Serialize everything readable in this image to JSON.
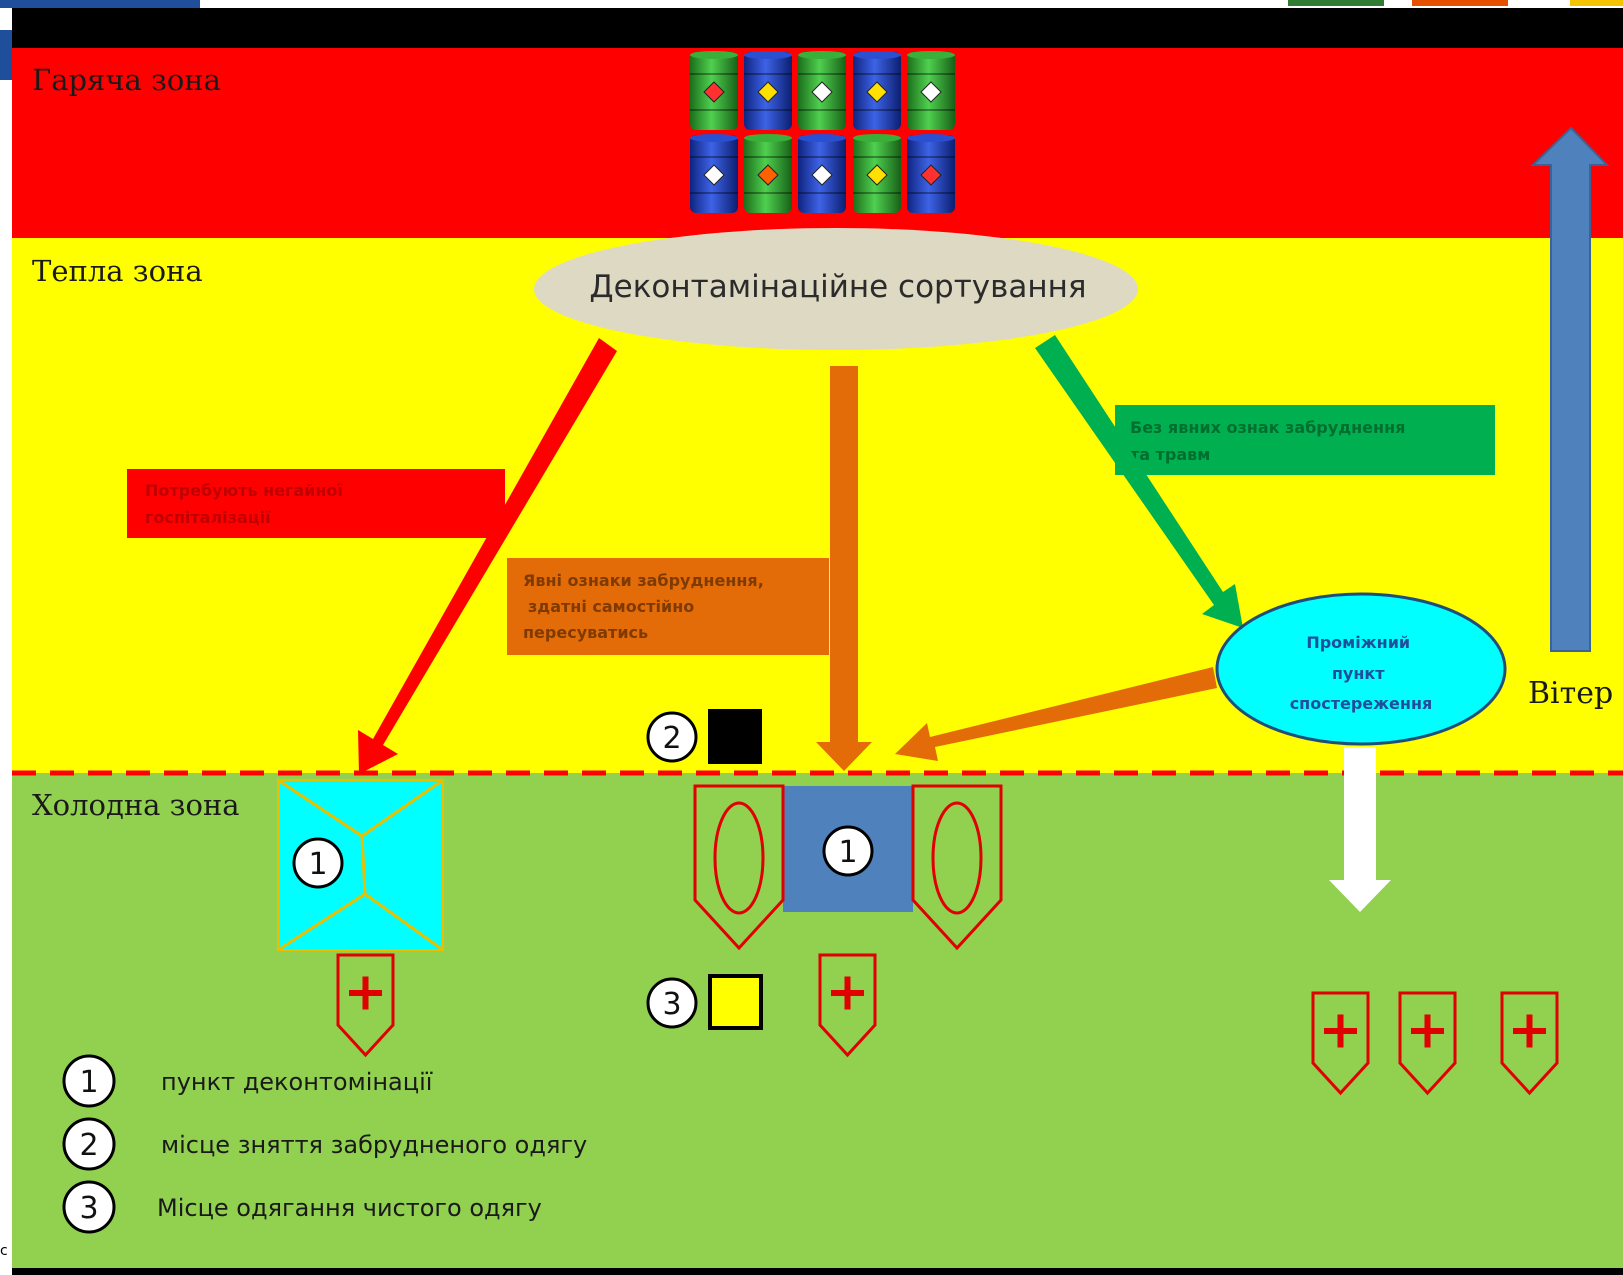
{
  "zones": {
    "hot": {
      "title": "Гаряча зона",
      "color": "#ff0000"
    },
    "warm": {
      "title": "Тепла зона",
      "color": "#ffff00"
    },
    "cold": {
      "title": "Холодна зона",
      "color": "#92d050"
    }
  },
  "sorting": {
    "label": "Деконтамінаційне сортування",
    "color": "#ddd9c3"
  },
  "boxes": {
    "red": {
      "lines": [
        "Потребують негайної",
        "госпіталізації"
      ],
      "color": "#ff0000"
    },
    "orange": {
      "lines": [
        "Явні ознаки забруднення,",
        "здатні самостійно",
        "пересуватись"
      ],
      "color": "#e36c09"
    },
    "green": {
      "lines": [
        "Без явних ознак забруднення",
        "та травм"
      ],
      "color": "#00b050"
    }
  },
  "observation": {
    "lines": [
      "Проміжний",
      "пункт",
      "спостереження"
    ],
    "color": "#00ffff"
  },
  "wind": {
    "label": "Вітер",
    "arrow_color": "#4f81bd"
  },
  "markers": {
    "one": "1",
    "two": "2",
    "three": "3"
  },
  "legend": [
    {
      "num": "1",
      "text": "пункт деконтомінації"
    },
    {
      "num": "2",
      "text": "місце зняття забрудненого одягу"
    },
    {
      "num": "3",
      "text": "Місце одягання чистого одягу"
    }
  ],
  "colors": {
    "barrel_green": "#2e9e2e",
    "barrel_blue": "#1f3fbf",
    "cyan": "#00ffff",
    "decon_blue": "#4f81bd",
    "dashed_line": "#ff0000",
    "top_bar": "#000000"
  },
  "edge_text": "с"
}
